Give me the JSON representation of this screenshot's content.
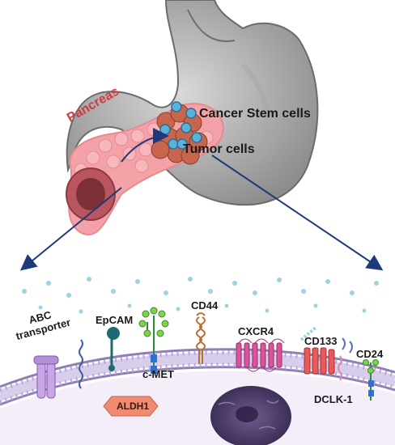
{
  "labels": {
    "pancreas": "Pancreas",
    "cancer_stem_cells": "Cancer Stem cells",
    "tumor_cells": "Tumor cells",
    "abc_transporter": "ABC\ntransporter",
    "epcam": "EpCAM",
    "cmet": "c-MET",
    "cd44": "CD44",
    "cxcr4": "CXCR4",
    "cd133": "CD133",
    "cd24": "CD24",
    "dclk1": "DCLK-1",
    "aldh1": "ALDH1"
  },
  "colors": {
    "stomach": "#8c8c8c",
    "pancreas": "#f3a3a8",
    "pancreas_text": "#d23b3b",
    "arrow": "#1f3a7a",
    "stem_cell": "#5bb2d9",
    "membrane_head": "#b9a8d8",
    "nucleus": "#3f2f5f",
    "aldh1": "#f08a70"
  },
  "icons": [
    "membrane-bilayer",
    "stomach-shape",
    "pancreas-shape",
    "nucleus-shape"
  ]
}
